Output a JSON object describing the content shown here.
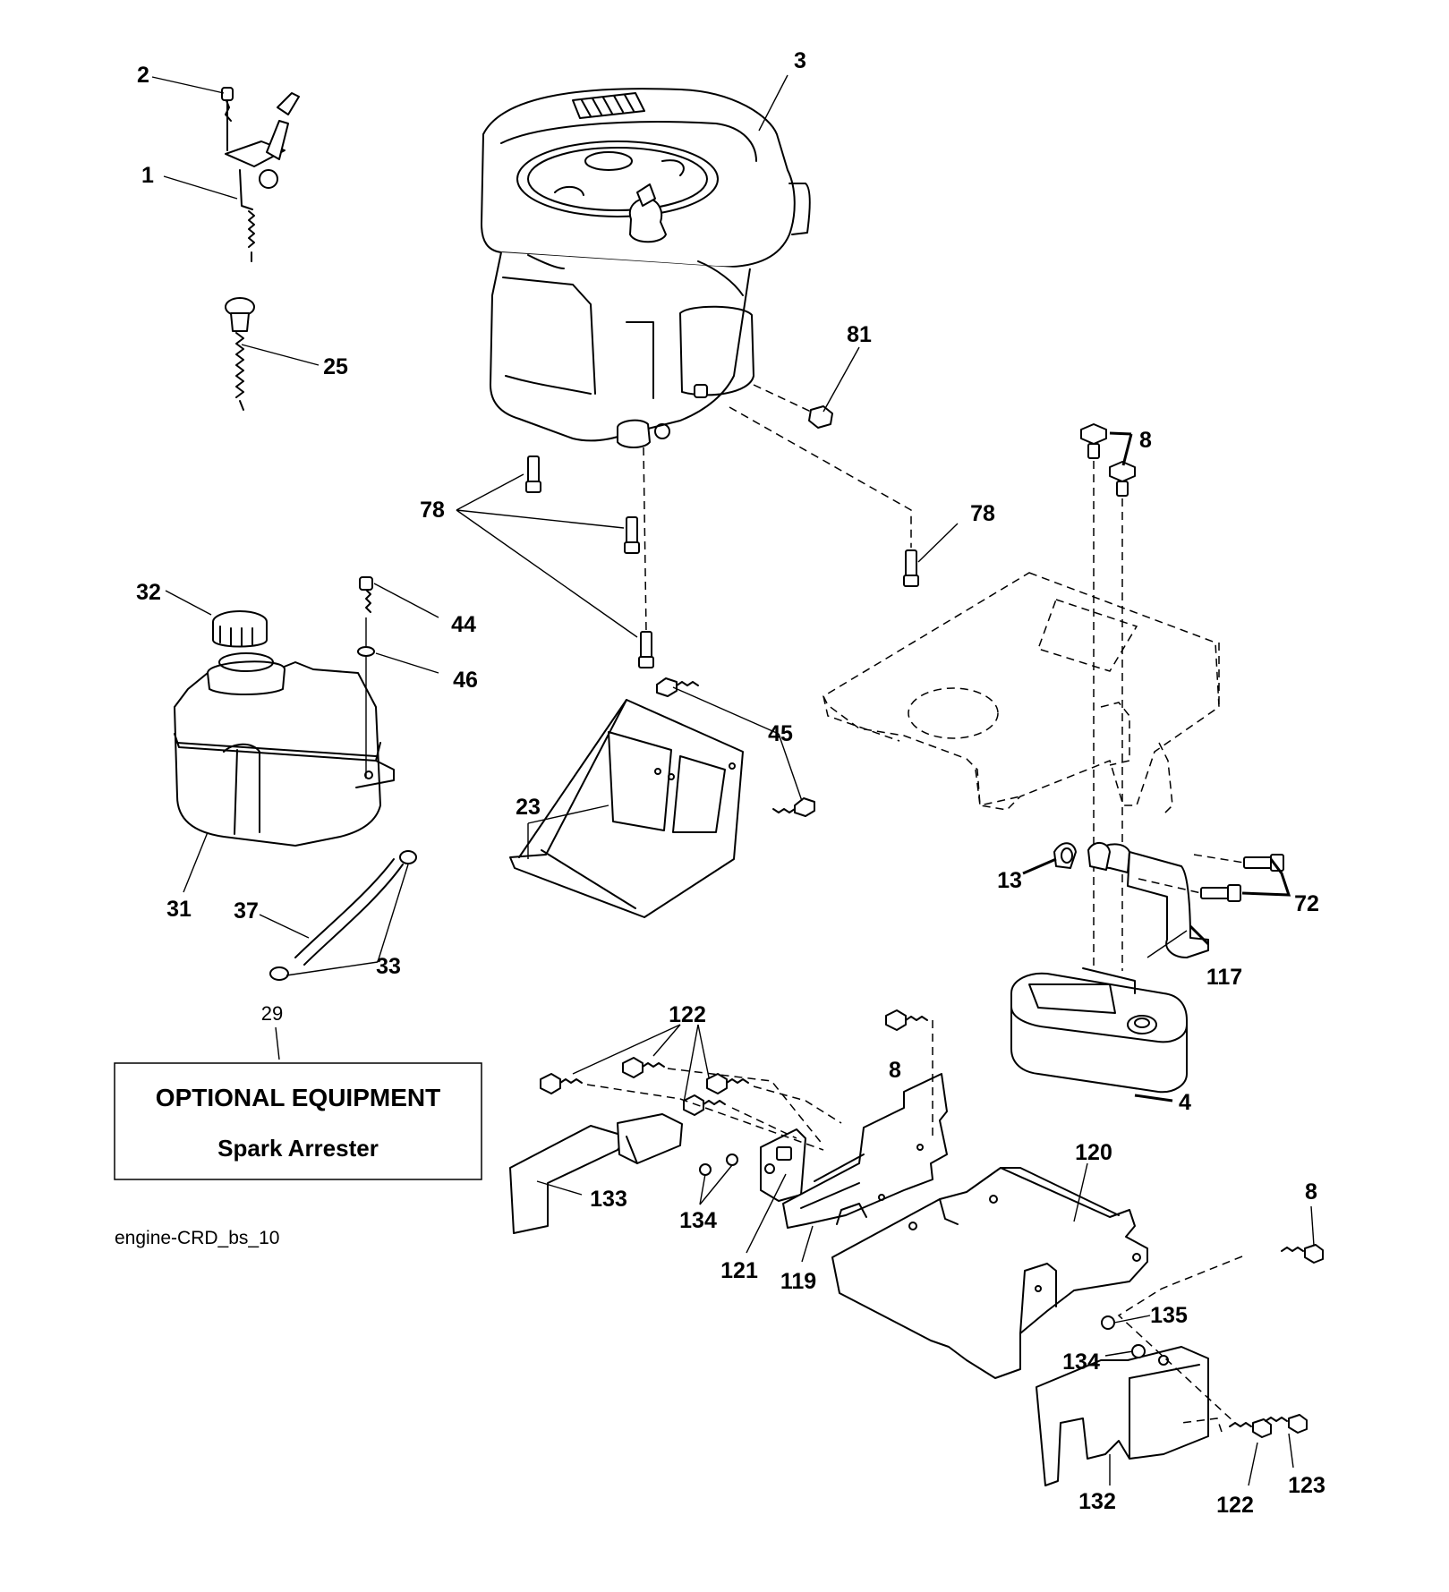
{
  "diagram": {
    "callouts": {
      "c1": "1",
      "c2": "2",
      "c3": "3",
      "c4": "4",
      "c8a": "8",
      "c8b": "8",
      "c8c": "8",
      "c13": "13",
      "c23": "23",
      "c25": "25",
      "c29": "29",
      "c31": "31",
      "c32": "32",
      "c33": "33",
      "c37": "37",
      "c44": "44",
      "c45": "45",
      "c46": "46",
      "c72": "72",
      "c78a": "78",
      "c78b": "78",
      "c81": "81",
      "c117": "117",
      "c119": "119",
      "c120": "120",
      "c121": "121",
      "c122a": "122",
      "c122b": "122",
      "c123": "123",
      "c132": "132",
      "c133": "133",
      "c134a": "134",
      "c134b": "134",
      "c135": "135"
    },
    "optional_box": {
      "title": "OPTIONAL EQUIPMENT",
      "subtitle": "Spark Arrester"
    },
    "drawing_code": "engine-CRD_bs_10"
  }
}
